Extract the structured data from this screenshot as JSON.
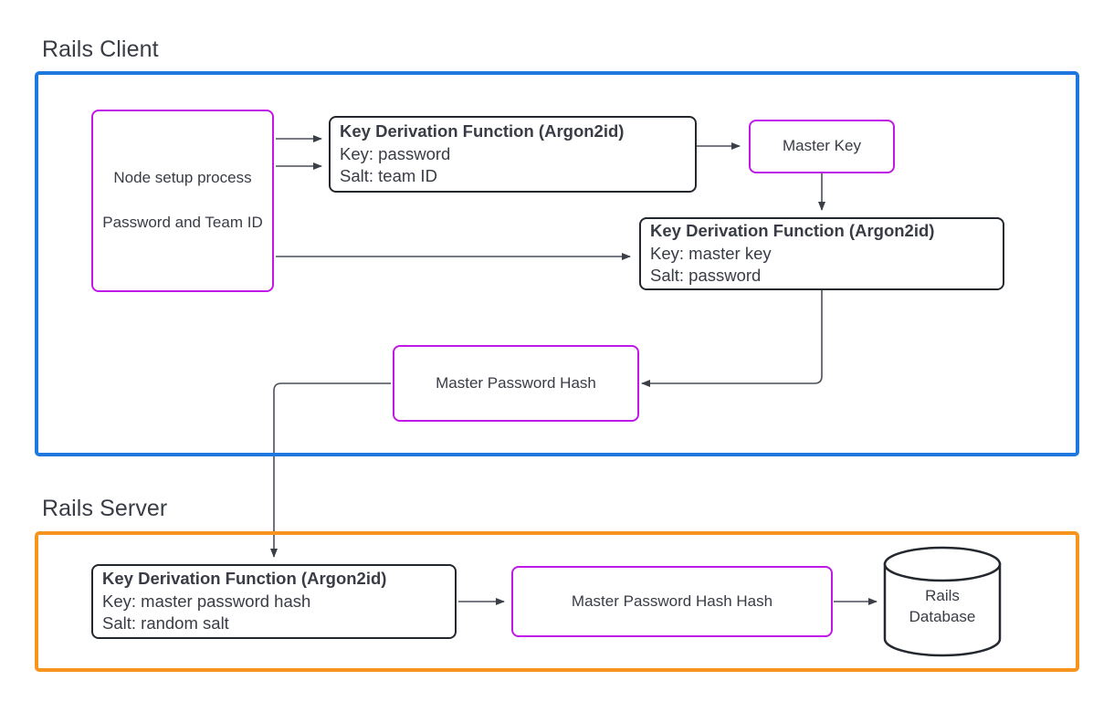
{
  "diagram": {
    "title_client": "Rails Client",
    "title_server": "Rails Server",
    "colors": {
      "client_border": "#1F78E0",
      "server_border": "#F7941E",
      "node_accent": "#C018E8",
      "node_dark": "#23272E",
      "text": "#393C45",
      "edge": "#4A4F58"
    }
  },
  "client": {
    "label": "Rails Client",
    "nodes": {
      "node_setup": {
        "line1": "Node setup process",
        "line2": "Password and Team ID"
      },
      "kdf_master_key": {
        "title": "Key Derivation Function (Argon2id)",
        "key": "Key: password",
        "salt": "Salt: team ID"
      },
      "master_key": {
        "label": "Master Key"
      },
      "kdf_master_password_hash": {
        "title": "Key Derivation Function (Argon2id)",
        "key": "Key: master key",
        "salt": "Salt: password"
      },
      "master_password_hash": {
        "label": "Master Password Hash"
      }
    }
  },
  "server": {
    "label": "Rails Server",
    "nodes": {
      "kdf_server": {
        "title": "Key Derivation Function (Argon2id)",
        "key": "Key: master password hash",
        "salt": "Salt: random salt"
      },
      "master_password_hash_hash": {
        "label": "Master Password Hash Hash"
      },
      "database": {
        "line1": "Rails",
        "line2": "Database"
      }
    }
  },
  "edges": [
    {
      "name": "node-setup-to-kdf1-upper",
      "from": "node_setup",
      "to": "kdf_master_key"
    },
    {
      "name": "node-setup-to-kdf1-lower",
      "from": "node_setup",
      "to": "kdf_master_key"
    },
    {
      "name": "node-setup-to-kdf2",
      "from": "node_setup",
      "to": "kdf_master_password_hash"
    },
    {
      "name": "kdf1-to-master-key",
      "from": "kdf_master_key",
      "to": "master_key"
    },
    {
      "name": "master-key-to-kdf2",
      "from": "master_key",
      "to": "kdf_master_password_hash"
    },
    {
      "name": "kdf2-to-master-password-hash",
      "from": "kdf_master_password_hash",
      "to": "master_password_hash"
    },
    {
      "name": "master-password-hash-to-kdf-server",
      "from": "master_password_hash",
      "to": "kdf_server"
    },
    {
      "name": "kdf-server-to-mph-hash",
      "from": "kdf_server",
      "to": "master_password_hash_hash"
    },
    {
      "name": "mph-hash-to-database",
      "from": "master_password_hash_hash",
      "to": "database"
    }
  ]
}
